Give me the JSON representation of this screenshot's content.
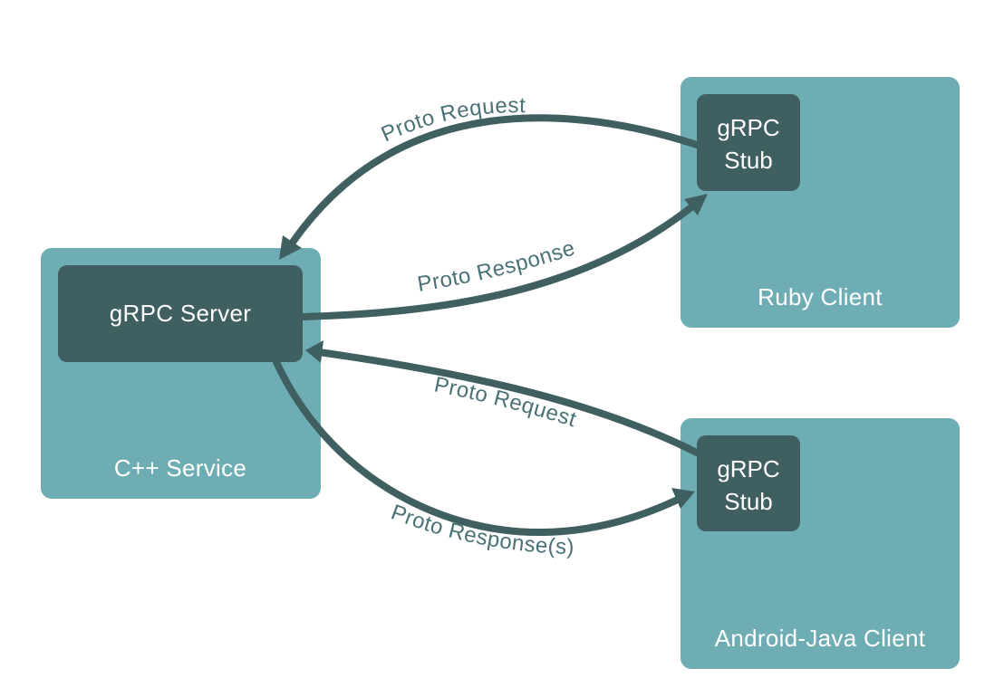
{
  "diagram": {
    "colors": {
      "container": "#6fadb4",
      "component": "#3f5f60",
      "arrow": "#3f5f60",
      "edge_label": "#4a7276",
      "text_on_box": "#ffffff"
    },
    "nodes": {
      "cpp_service": {
        "label": "C++ Service",
        "component": "gRPC Server"
      },
      "ruby_client": {
        "label": "Ruby Client",
        "component_line1": "gRPC",
        "component_line2": "Stub"
      },
      "android_client": {
        "label": "Android-Java Client",
        "component_line1": "gRPC",
        "component_line2": "Stub"
      }
    },
    "edges": [
      {
        "from": "ruby_client",
        "to": "cpp_service",
        "label": "Proto Request"
      },
      {
        "from": "cpp_service",
        "to": "ruby_client",
        "label": "Proto Response"
      },
      {
        "from": "android_client",
        "to": "cpp_service",
        "label": "Proto Request"
      },
      {
        "from": "cpp_service",
        "to": "android_client",
        "label": "Proto Response(s)"
      }
    ]
  }
}
